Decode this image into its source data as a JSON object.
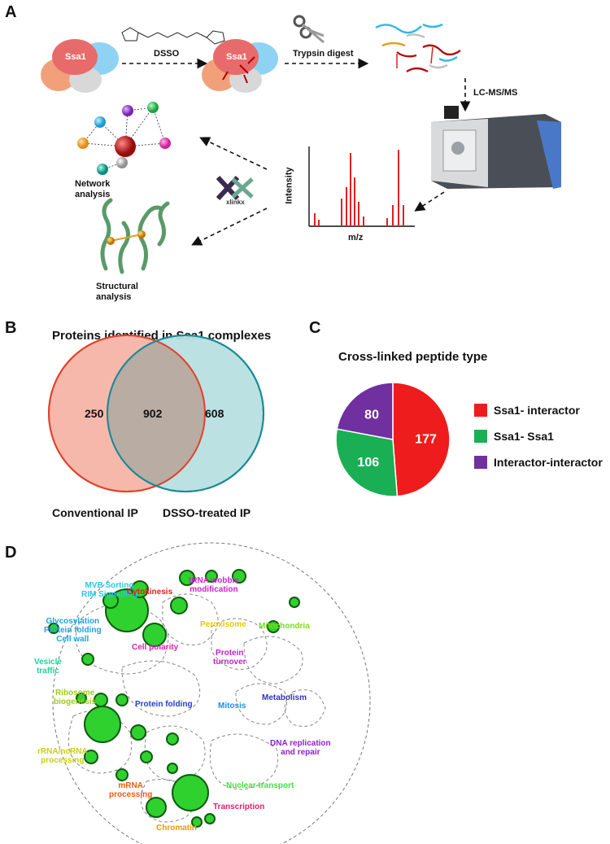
{
  "panels": {
    "a": "A",
    "b": "B",
    "c": "C",
    "d": "D"
  },
  "panel_a": {
    "protein_label": "Ssa1",
    "crosslinker": "DSSO",
    "digest": "Trypsin digest",
    "lcms": "LC-MS/MS",
    "network": "Network\nanalysis",
    "structural": "Structural\nanalysis",
    "software": "xlinkx",
    "axis_y": "Intensity",
    "axis_x": "m/z"
  },
  "panel_b": {
    "title": "Proteins identified in Ssa1 complexes",
    "left_only": "250",
    "overlap": "902",
    "right_only": "608",
    "left_label": "Conventional IP",
    "right_label": "DSSO-treated IP"
  },
  "chart_data": {
    "type": "pie",
    "title": "Cross-linked peptide type",
    "categories": [
      "Ssa1- interactor",
      "Ssa1- Ssa1",
      "Interactor-interactor"
    ],
    "values": [
      177,
      106,
      80
    ],
    "colors": [
      "#ee1c1c",
      "#1aaf54",
      "#7030a0"
    ]
  },
  "panel_d": {
    "labels": [
      {
        "text": "MVB Sorting\nRIM Signalling",
        "color": "#29c6e6"
      },
      {
        "text": "Cytokinesis",
        "color": "#e02020"
      },
      {
        "text": "tRNA wobble\nmodification",
        "color": "#d020d0"
      },
      {
        "text": "Glycosylation\nProtein folding\nCell wall",
        "color": "#1ba3e0"
      },
      {
        "text": "Peroxisome",
        "color": "#e8c800"
      },
      {
        "text": "Mitochondria",
        "color": "#7ddc1f"
      },
      {
        "text": "Cell polarity",
        "color": "#e020b0"
      },
      {
        "text": "Vesicle\ntraffic",
        "color": "#20d0a0"
      },
      {
        "text": "Protein\nturnover",
        "color": "#c020d0"
      },
      {
        "text": "Ribosome\nbiogenesis",
        "color": "#9ad010"
      },
      {
        "text": "Protein folding",
        "color": "#2040d0"
      },
      {
        "text": "Mitosis",
        "color": "#2090e0"
      },
      {
        "text": "Metabolism",
        "color": "#3030d0"
      },
      {
        "text": "rRNA/ncRNA\nprocessing",
        "color": "#c8d010"
      },
      {
        "text": "DNA replication\nand repair",
        "color": "#9020d0"
      },
      {
        "text": "Nuclear transport",
        "color": "#40e040"
      },
      {
        "text": "mRNA\nprocessing",
        "color": "#f05a10"
      },
      {
        "text": "Transcription",
        "color": "#e0206a"
      },
      {
        "text": "Chromatin",
        "color": "#e89a10"
      }
    ]
  }
}
